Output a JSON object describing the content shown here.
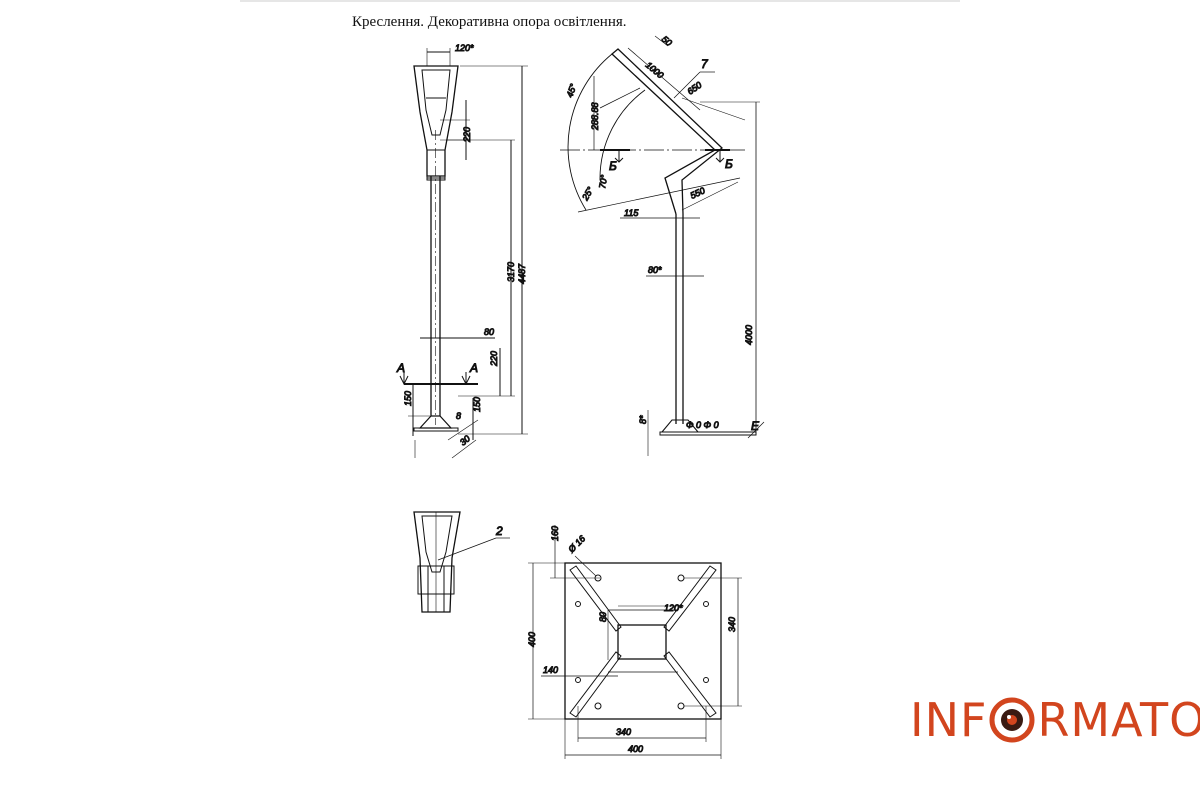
{
  "title": "Креслення. Декоративна опора освітлення.",
  "labels": {
    "d120deg": "120*",
    "d220a": "220",
    "d3170": "3170",
    "d4487": "4487",
    "d80": "80",
    "d220b": "220",
    "secA_left": "A",
    "secA_right": "A",
    "d150a": "150",
    "d150b": "150",
    "d8a": "8",
    "d30a": "30",
    "d50": "50",
    "d1000": "1000",
    "d7": "7",
    "d650": "650",
    "d288": "288.88",
    "d45": "45°",
    "secB_left": "Б",
    "secB_right": "Б",
    "d70": "70°",
    "d25": "25°",
    "d550": "550",
    "d115": "115",
    "d80deg": "80*",
    "d4000": "4000",
    "d8b": "8*",
    "dPhi": "Φ 0  Φ 0",
    "secE": "E",
    "d2": "2",
    "d160": "160",
    "d16": "Ø 16",
    "d80c": "80",
    "d120c": "120*",
    "d400a": "400",
    "d340a": "340",
    "d140": "140",
    "d340b": "340",
    "d400b": "400"
  },
  "logo": {
    "left": "INF",
    "right": "RMATOR",
    "color": "#d2451e"
  }
}
